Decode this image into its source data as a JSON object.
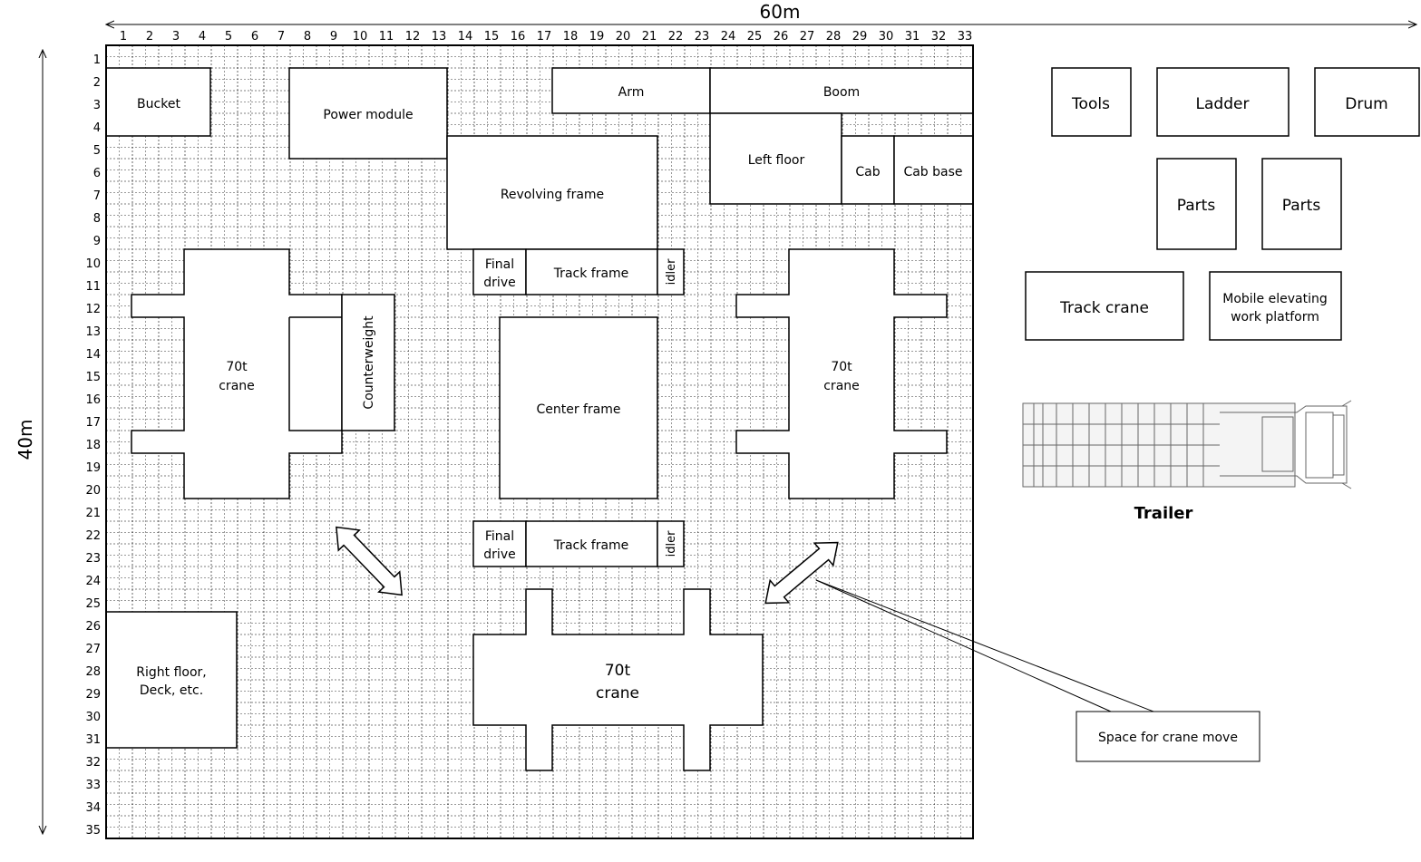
{
  "dimensions": {
    "width": "60m",
    "height": "40m"
  },
  "columns": [
    "1",
    "2",
    "3",
    "4",
    "5",
    "6",
    "7",
    "8",
    "9",
    "10",
    "11",
    "12",
    "13",
    "14",
    "15",
    "16",
    "17",
    "18",
    "19",
    "20",
    "21",
    "22",
    "23",
    "24",
    "25",
    "26",
    "27",
    "28",
    "29",
    "30",
    "31",
    "32",
    "33"
  ],
  "rows": [
    "1",
    "2",
    "3",
    "4",
    "5",
    "6",
    "7",
    "8",
    "9",
    "10",
    "11",
    "12",
    "13",
    "14",
    "15",
    "16",
    "17",
    "18",
    "19",
    "20",
    "21",
    "22",
    "23",
    "24",
    "25",
    "26",
    "27",
    "28",
    "29",
    "30",
    "31",
    "32",
    "33",
    "34",
    "35"
  ],
  "components": {
    "bucket": "Bucket",
    "power_module": "Power module",
    "arm": "Arm",
    "boom": "Boom",
    "left_floor": "Left floor",
    "cab": "Cab",
    "cab_base": "Cab base",
    "revolving_frame": "Revolving frame",
    "final_drive_top": [
      "Final",
      "drive"
    ],
    "track_frame_top": "Track frame",
    "idler_top": "idler",
    "counterweight": "Counterweight",
    "center_frame": "Center frame",
    "final_drive_bottom": [
      "Final",
      "drive"
    ],
    "track_frame_bottom": "Track frame",
    "idler_bottom": "idler",
    "right_floor": [
      "Right floor,",
      "Deck, etc."
    ]
  },
  "cranes": {
    "left": [
      "70t",
      "crane"
    ],
    "right": [
      "70t",
      "crane"
    ],
    "bottom": [
      "70t",
      "crane"
    ]
  },
  "outside": {
    "tools": "Tools",
    "ladder": "Ladder",
    "drum": "Drum",
    "parts_1": "Parts",
    "parts_2": "Parts",
    "track_crane": "Track crane",
    "mobile_platform": [
      "Mobile elevating",
      "work platform"
    ],
    "trailer": "Trailer"
  },
  "callout": "Space for crane move"
}
